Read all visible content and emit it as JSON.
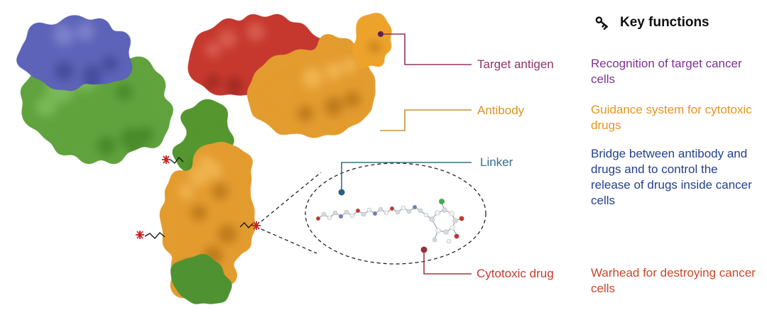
{
  "header": {
    "title": "Key functions",
    "icon": "key-icon"
  },
  "rows": [
    {
      "id": "target-antigen",
      "label": "Target antigen",
      "function": "Recognition of target cancer cells",
      "label_color": "#8e3566",
      "function_color": "#7e3194",
      "line_color": "#8e3566",
      "dot_color": "#5e2152"
    },
    {
      "id": "antibody",
      "label": "Antibody",
      "function": "Guidance system for cytotoxic drugs",
      "label_color": "#d6951f",
      "function_color": "#e8941f",
      "line_color": "#c79435",
      "dot_color": "#c79435"
    },
    {
      "id": "linker",
      "label": "Linker",
      "function": "Bridge between antibody and drugs and to control the release of drugs inside cancer cells",
      "label_color": "#34718f",
      "function_color": "#25408f",
      "line_color": "#35708e",
      "dot_color": "#2d5f7e"
    },
    {
      "id": "cytotoxic-drug",
      "label": "Cytotoxic drug",
      "function": "Warhead for destroying cancer cells",
      "label_color": "#c23b2e",
      "function_color": "#cc4628",
      "line_color": "#9e3a3a",
      "dot_color": "#93303c"
    }
  ],
  "illustration": {
    "colors": {
      "green_domain": "#61a33c",
      "green_hinge": "#55962f",
      "green_fc": "#4f9230",
      "blue_domain": "#5d64b8",
      "red_domain": "#c6392f",
      "orange_domain": "#e39b2d",
      "orange_fc": "#e39b2d",
      "target_antigen": "#eda32a",
      "drug_star": "#cc1f1f",
      "bond_gray": "#9aa0a6",
      "magnifier_stroke": "#222222"
    }
  }
}
